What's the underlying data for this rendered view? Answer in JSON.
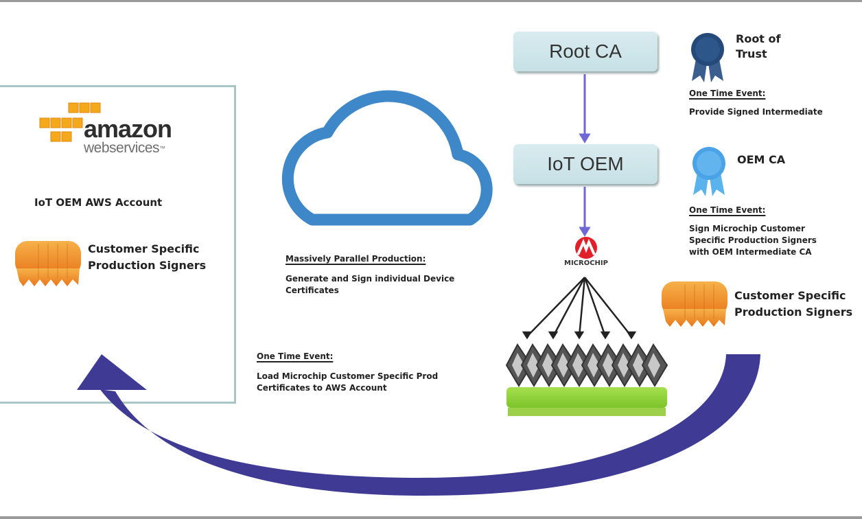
{
  "diagram": {
    "aws_panel": {
      "logo_word": "amazon",
      "logo_sub": "webservices",
      "logo_tm": "™",
      "account_label": "IoT OEM AWS Account",
      "signers_label_line1": "Customer Specific",
      "signers_label_line2": "Production Signers",
      "signers_icon": "orange-seal-stack-icon"
    },
    "cloud": {
      "icon": "cloud-icon",
      "heading": "Massively Parallel Production:",
      "body_line1": "Generate and Sign individual Device",
      "body_line2": "Certificates"
    },
    "load_event": {
      "heading": "One Time Event:",
      "body_line1": "Load Microchip Customer Specific Prod",
      "body_line2": "Certificates to AWS Account"
    },
    "chain": {
      "root_ca": "Root CA",
      "iot_oem": "IoT OEM",
      "microchip_logo": "Microchip"
    },
    "root_of_trust": {
      "icon": "dark-blue-seal-icon",
      "label_line1": "Root of",
      "label_line2": "Trust",
      "heading": "One Time Event:",
      "body": "Provide Signed Intermediate"
    },
    "oem_ca": {
      "icon": "light-blue-seal-icon",
      "label": "OEM CA",
      "heading": "One Time Event:",
      "body_line1": "Sign Microchip Customer",
      "body_line2": "Specific Production Signers",
      "body_line3": "with OEM Intermediate CA"
    },
    "right_signers": {
      "icon": "orange-seal-stack-icon",
      "label_line1": "Customer Specific",
      "label_line2": "Production Signers"
    },
    "devices": {
      "chip_count": 10,
      "arrow_count": 5
    },
    "colors": {
      "cycle_arrow": "#3f3b95",
      "chain_line": "#6f68d6",
      "cloud": "#3e87c8",
      "box_fill": "#cfe6eb",
      "aws_orange": "#f4a81c",
      "seal_dark": "#254a7a",
      "seal_light": "#4aa3e6",
      "signer_orange": "#f08a1c",
      "microchip_red": "#e2202a",
      "board_green": "#8fd43a"
    }
  }
}
